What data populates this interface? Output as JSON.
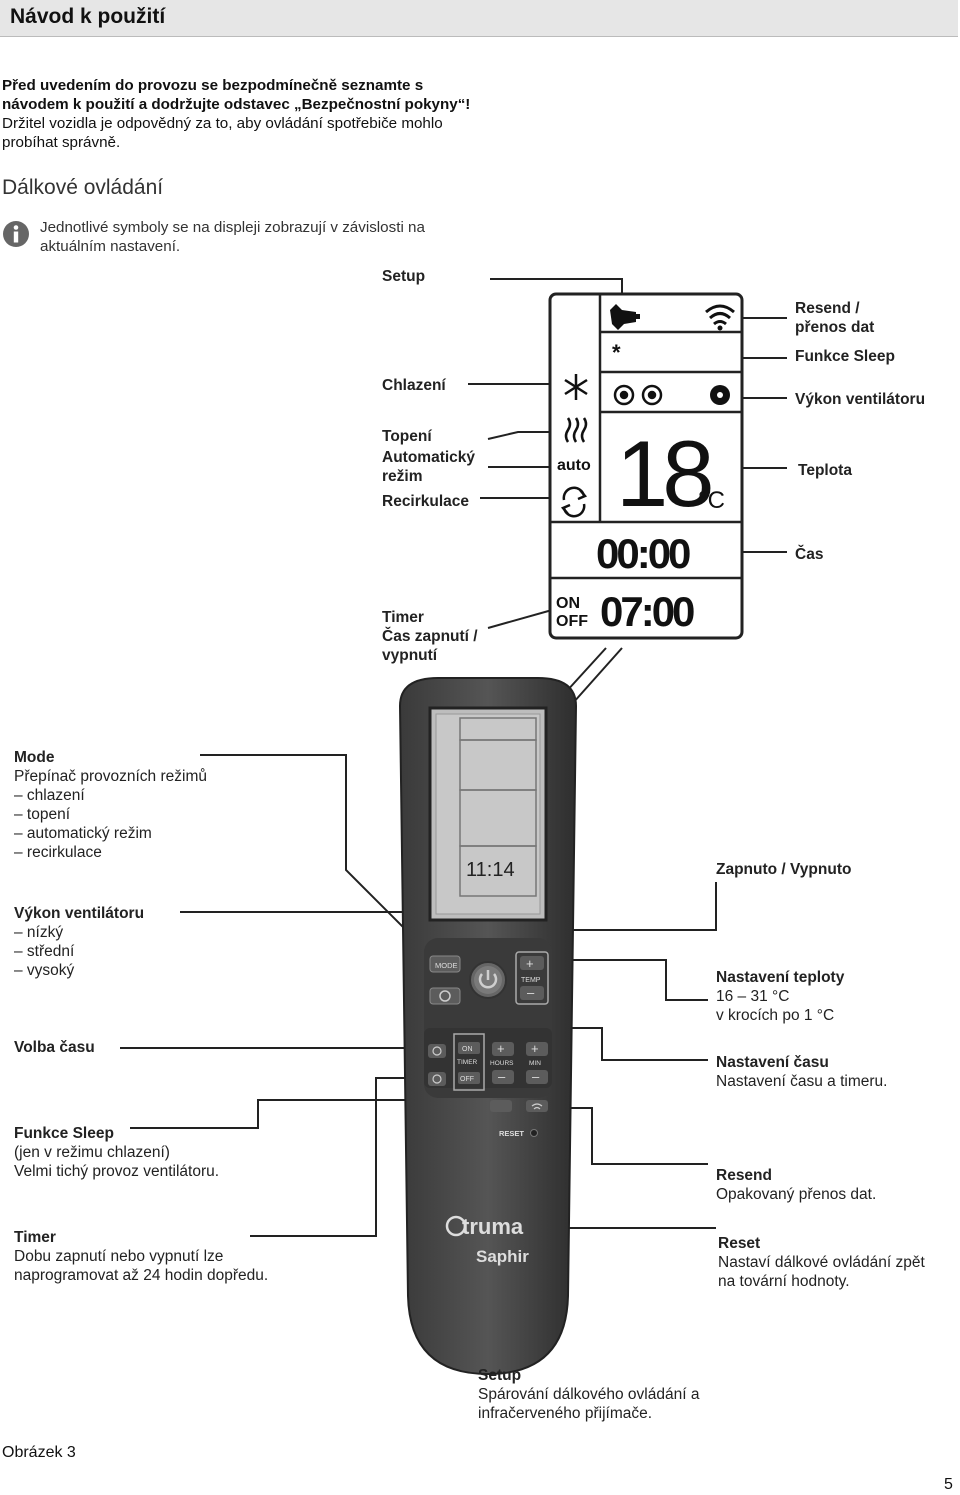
{
  "header": {
    "title": "Návod k použití"
  },
  "intro": {
    "bold_text": "Před uvedením do provozu se bezpodmínečně seznamte s návodem k použití a dodržujte odstavec „Bezpečnostní pokyny“!",
    "normal_text": " Držitel vozidla je odpovědný za to, aby ovládání spotřebiče mohlo probíhat správně."
  },
  "section": {
    "title": "Dálkové ovládání"
  },
  "info": {
    "icon": "info-icon",
    "text": "Jednotlivé symboly se na displeji zobrazují v závislosti na aktuálním nastavení."
  },
  "display_labels": {
    "setup": "Setup",
    "resend": "Resend /\npřenos dat",
    "sleep": "Funkce Sleep",
    "cooling": "Chlazení",
    "fan": "Výkon ventilátoru",
    "heating": "Topení",
    "auto": "Automatický\nrežim",
    "recirc": "Recirkulace",
    "temp": "Teplota",
    "time": "Čas",
    "timer": "Timer\nČas zapnutí /\nvypnutí"
  },
  "display": {
    "auto_text": "auto",
    "temperature": "18",
    "unit": "°C",
    "clock": "00:00",
    "timer_on": "ON",
    "timer_off": "OFF",
    "timer_value": "07:00",
    "remote_screen_clock": "11:14"
  },
  "remote": {
    "brand": "truma",
    "model": "Saphir",
    "mode_button": "MODE",
    "temp_label": "TEMP",
    "on_label": "ON",
    "timer_label": "TIMER",
    "off_label": "OFF",
    "hours_label": "HOURS",
    "min_label": "MIN",
    "reset_label": "RESET"
  },
  "left_callouts": {
    "mode_title": "Mode",
    "mode_desc": "Přepínač provozních režimů\n– chlazení\n– topení\n– automatický režim\n– recirkulace",
    "fan_title": "Výkon ventilátoru",
    "fan_desc": "– nízký\n– střední\n– vysoký",
    "time_title": "Volba času",
    "sleep_title": "Funkce Sleep",
    "sleep_desc": "(jen v režimu chlazení)\nVelmi tichý provoz ventilátoru.",
    "timer_title": "Timer",
    "timer_desc": "Dobu zapnutí nebo vypnutí lze\nnaprogramovat až 24 hodin dopředu."
  },
  "right_callouts": {
    "power_title": "Zapnuto / Vypnuto",
    "temp_title": "Nastavení teploty",
    "temp_desc": "16 – 31 °C\nv krocích po 1 °C",
    "time_title": "Nastavení času",
    "time_desc": "Nastavení času a timeru.",
    "resend_title": "Resend",
    "resend_desc": "Opakovaný přenos dat.",
    "reset_title": "Reset",
    "reset_desc": "Nastaví dálkové ovládání zpět\nna tovární hodnoty."
  },
  "bottom_callout": {
    "setup_title": "Setup",
    "setup_desc": "Spárování dálkového ovládání a\ninfračerveného přijímače."
  },
  "figure_label": "Obrázek 3",
  "page_number": "5"
}
